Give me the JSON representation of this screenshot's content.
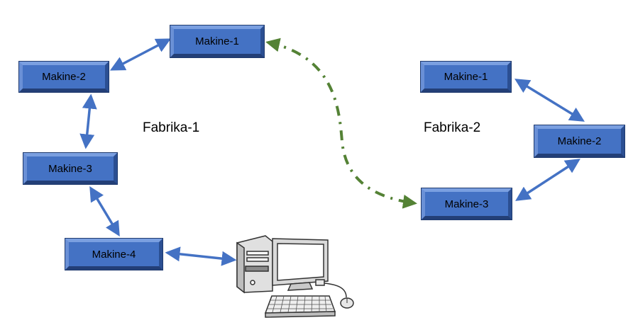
{
  "colors": {
    "machine_fill": "#4472C4",
    "link_arrow": "#4472C4",
    "inter_factory_arrow": "#548235"
  },
  "factory1": {
    "label": "Fabrika-1",
    "machines": [
      "Makine-1",
      "Makine-2",
      "Makine-3",
      "Makine-4"
    ]
  },
  "factory2": {
    "label": "Fabrika-2",
    "machines": [
      "Makine-1",
      "Makine-2",
      "Makine-3"
    ]
  },
  "computer": {
    "icon": "desktop-computer-icon"
  }
}
